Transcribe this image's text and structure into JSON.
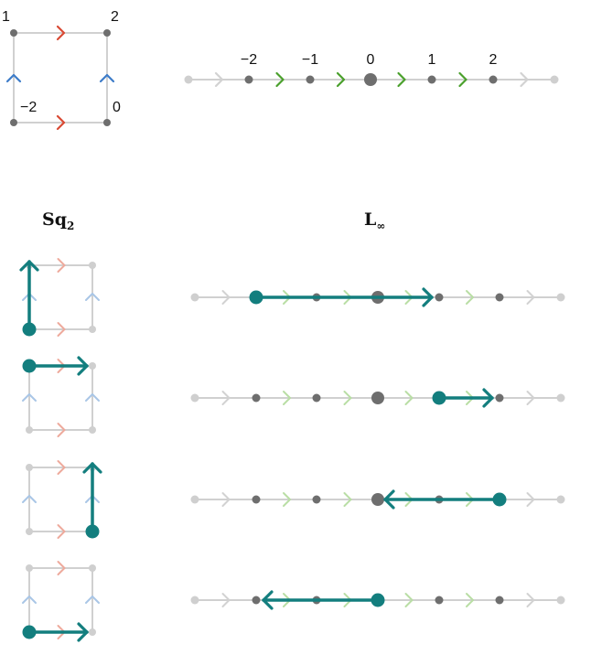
{
  "colors": {
    "red": "#d94a34",
    "blue": "#3d7cc9",
    "green": "#4aa02c",
    "lightRed": "#eeaa9c",
    "lightBlue": "#a9c6e6",
    "lightGreen": "#b9dea5",
    "teal": "#137e7e",
    "edge": "#d0d0d0",
    "faintArrow": "#d2d2d2",
    "dot": "#6e6e6e",
    "faintDot": "#cfcfcf"
  },
  "top_square": {
    "labels": {
      "top_left": "1",
      "top_right": "2",
      "bottom_left": "−2",
      "bottom_right": "0"
    }
  },
  "top_line": {
    "labels": [
      "−2",
      "−1",
      "0",
      "1",
      "2"
    ]
  },
  "titles": {
    "square": "Sq",
    "square_sub": "2",
    "line": "L",
    "line_sub": "∞"
  },
  "rows": [
    {
      "square_path": "up-left",
      "line_path": {
        "from": -2,
        "to": 1
      }
    },
    {
      "square_path": "right-top",
      "line_path": {
        "from": 1,
        "to": 2
      }
    },
    {
      "square_path": "up-right",
      "line_path": {
        "from": 2,
        "to": 0
      }
    },
    {
      "square_path": "right-bottom",
      "line_path": {
        "from": 0,
        "to": -2
      }
    }
  ]
}
